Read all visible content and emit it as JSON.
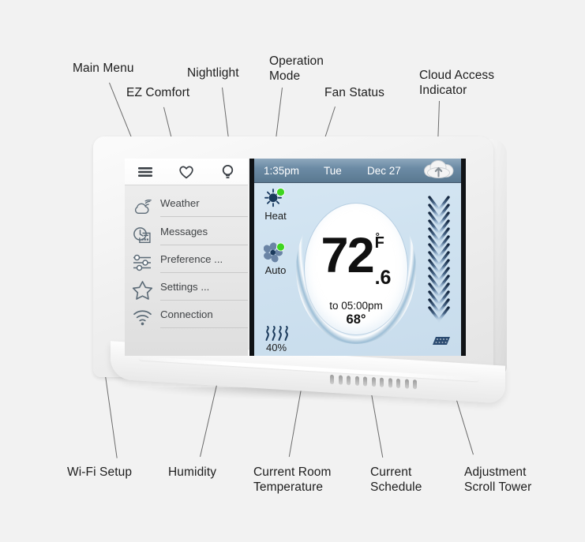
{
  "annotations": [
    {
      "key": "main_menu",
      "label": "Main Menu"
    },
    {
      "key": "ez_comfort",
      "label": "EZ Comfort"
    },
    {
      "key": "nightlight",
      "label": "Nightlight"
    },
    {
      "key": "operation_mode",
      "label": "Operation\nMode"
    },
    {
      "key": "fan_status",
      "label": "Fan Status"
    },
    {
      "key": "cloud_access",
      "label": "Cloud Access\nIndicator"
    },
    {
      "key": "wifi_setup",
      "label": "Wi-Fi Setup"
    },
    {
      "key": "humidity",
      "label": "Humidity"
    },
    {
      "key": "current_room_temp",
      "label": "Current Room\nTemperature"
    },
    {
      "key": "current_schedule",
      "label": "Current\nSchedule"
    },
    {
      "key": "adjustment_scroll_tower",
      "label": "Adjustment\nScroll Tower"
    }
  ],
  "device": {
    "icon_bar": [
      {
        "icon": "hamburger-menu-icon",
        "name": "main-menu"
      },
      {
        "icon": "heart-icon",
        "name": "ez-comfort"
      },
      {
        "icon": "lightbulb-icon",
        "name": "nightlight"
      }
    ],
    "menu": {
      "items": [
        {
          "label": "Weather",
          "icon": "cloud-signal-icon"
        },
        {
          "label": "Messages",
          "icon": "clock-document-icon"
        },
        {
          "label": "Preference ...",
          "icon": "sliders-icon"
        },
        {
          "label": "Settings ...",
          "icon": "star-icon"
        },
        {
          "label": "Connection",
          "icon": "wifi-icon"
        }
      ]
    },
    "screen": {
      "status_bar": {
        "time": "1:35pm",
        "day": "Tue",
        "date": "Dec 27",
        "cloud_icon": "cloud-upload-icon"
      },
      "operation_mode": {
        "label": "Heat",
        "icon": "sun-icon",
        "indicator": "active"
      },
      "fan_status": {
        "label": "Auto",
        "icon": "fan-icon",
        "indicator": "active"
      },
      "humidity": {
        "value": "40%",
        "icon": "humidity-waves-icon"
      },
      "dial": {
        "temperature": "72",
        "decimal": ".6",
        "degree_symbol": "°",
        "unit": "F",
        "schedule_to": "to 05:00pm",
        "schedule_temp": "68°"
      },
      "scroll_tower": {
        "icon": "chevron-stack-icon"
      }
    }
  },
  "colors": {
    "page_bg": "#f2f2f2",
    "screen_bg": "#cfe2f0",
    "statusbar": "#6c8ba5",
    "indicator_green": "#3ed520",
    "dark_navy": "#1b3a5c",
    "text": "#1d1d1d"
  }
}
